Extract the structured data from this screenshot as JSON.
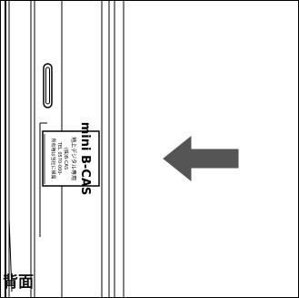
{
  "caption": "背面",
  "card": {
    "brand": "mini B-CAS",
    "broadcast_type": "地上デジタル専用",
    "tel": "TEL 0570-000-",
    "line1": "(株)B-CAS",
    "line2": "所有権は当社に帰属"
  },
  "arrow": {
    "direction": "left",
    "color": "#555555"
  },
  "colors": {
    "line": "#000000",
    "arrow": "#555555",
    "card_bg": "#ffffff"
  }
}
